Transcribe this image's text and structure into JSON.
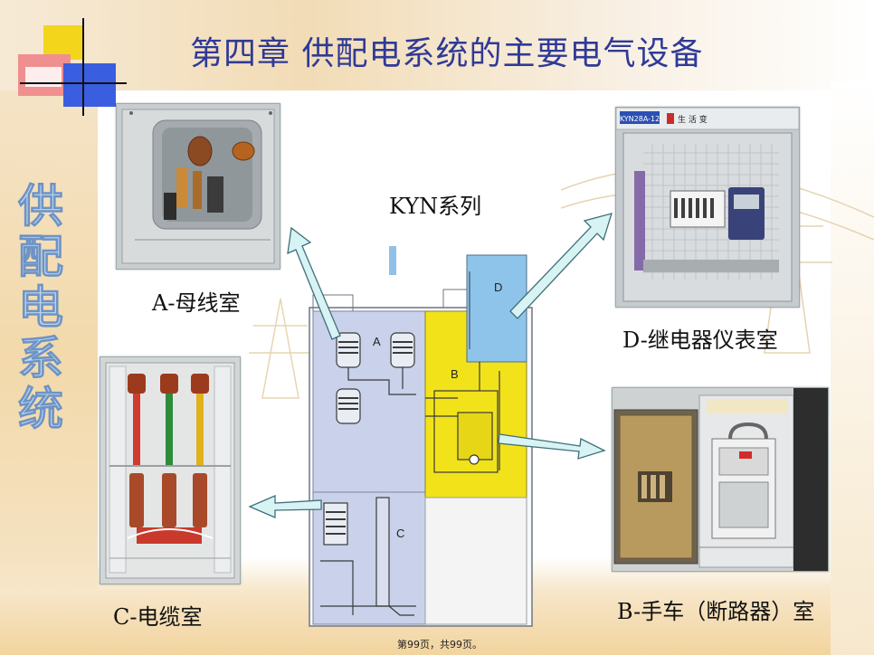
{
  "slide": {
    "title": "第四章   供配电系统的主要电气设备",
    "side_title": "供配电系统",
    "center_label": "KYN系列",
    "diagram_letters": [
      "A",
      "B",
      "C",
      "D"
    ],
    "footer": "第99页，共99页。"
  },
  "labels": {
    "a": "A-母线室",
    "b": "B-手车（断路器）室",
    "c": "C-电缆室",
    "d": "D-继电器仪表室"
  },
  "photo_text": {
    "d_nameplate": "KYN28A-12",
    "d_tag": "生 活 变"
  },
  "colors": {
    "title": "#2f3a96",
    "compartment_a": "#c9d2ea",
    "compartment_b": "#f2e21a",
    "compartment_d": "#8fc4ea",
    "arrow_fill": "#d8f3f3",
    "arrow_stroke": "#3f6f7a"
  }
}
